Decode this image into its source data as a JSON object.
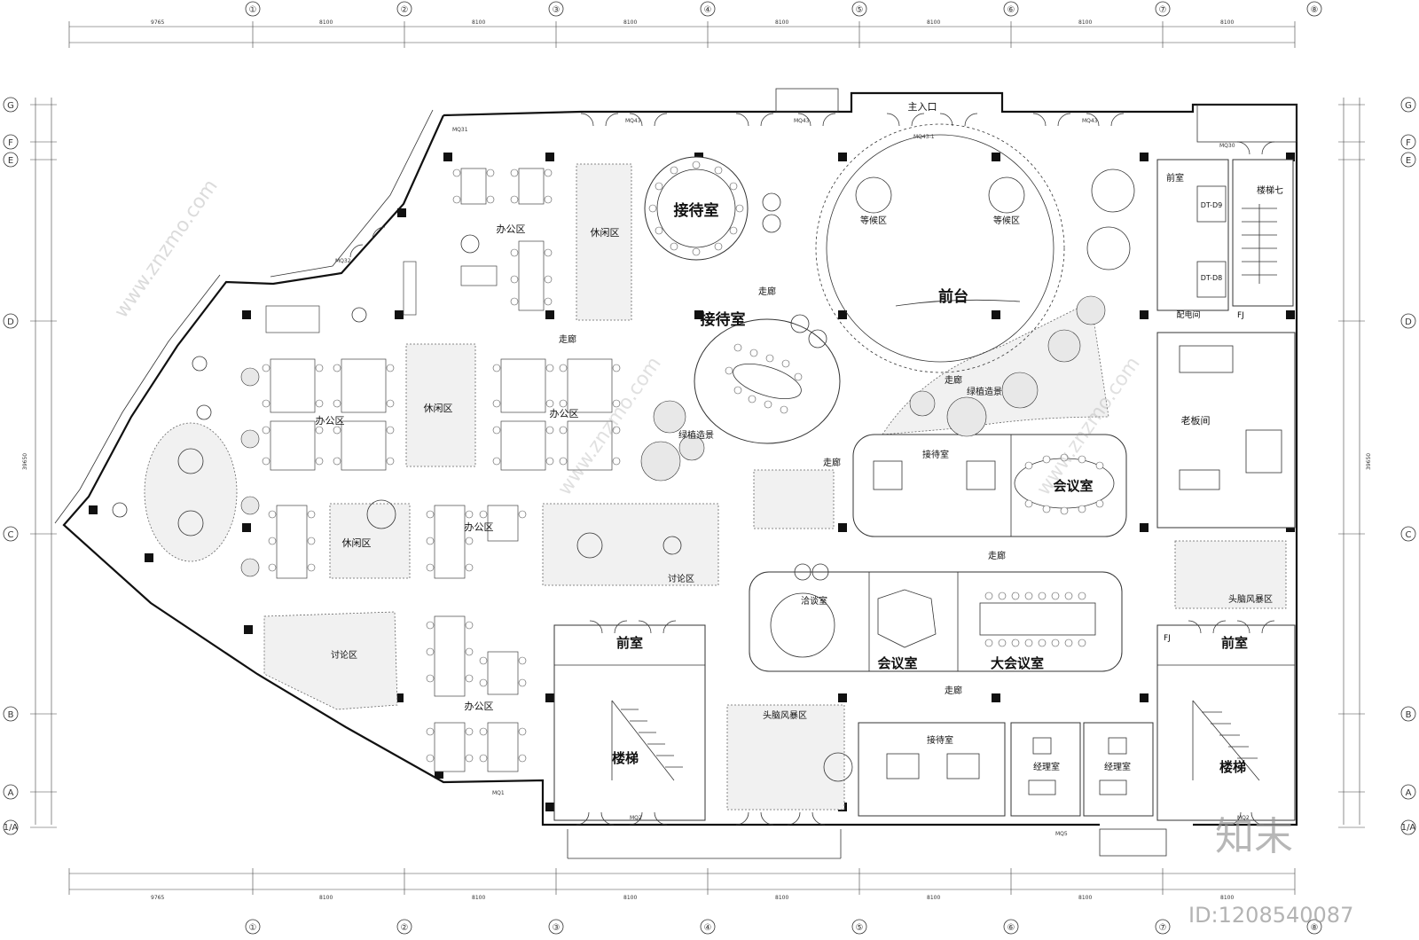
{
  "axes": {
    "columns": [
      "①",
      "②",
      "③",
      "④",
      "⑤",
      "⑥",
      "⑦",
      "⑧"
    ],
    "rows": [
      "G",
      "F",
      "E",
      "D",
      "C",
      "B",
      "A",
      "1/A"
    ]
  },
  "dimensions": {
    "top_outer": [
      "9765",
      "8100",
      "8100",
      "8100",
      "8100",
      "8100",
      "8100",
      "8100"
    ],
    "bottom_outer": [
      "9765",
      "8100",
      "8100",
      "8100",
      "8100",
      "8100",
      "8100",
      "8100"
    ],
    "left_total": "39650",
    "right_total": "39650"
  },
  "rooms": {
    "main_entrance": "主入口",
    "reception_round": "接待室",
    "reception_oval": "接待室",
    "waiting_left": "等候区",
    "waiting_right": "等候区",
    "front_desk": "前台",
    "vestibule_top": "前室",
    "stair_seven": "楼梯七",
    "elevator_1": "DT-D9",
    "elevator_2": "DT-D8",
    "power_room": "配电间",
    "boss_office": "老板间",
    "office_1": "办公区",
    "office_2": "办公区",
    "office_3": "办公区",
    "office_4": "办公区",
    "office_5": "办公区",
    "lounge_1": "休闲区",
    "lounge_2": "休闲区",
    "lounge_3": "休闲区",
    "corridor_1": "走廊",
    "corridor_2": "走廊",
    "corridor_3": "走廊",
    "corridor_4": "走廊",
    "corridor_5": "走廊",
    "corridor_6": "走廊",
    "green_1": "绿植造景",
    "green_2": "绿植造景",
    "reception_mid": "接待室",
    "meeting_1": "会议室",
    "discussion_1": "讨论区",
    "discussion_2": "讨论区",
    "negotiation": "洽谈室",
    "meeting_2": "会议室",
    "big_meeting": "大会议室",
    "brainstorm_1": "头脑风暴区",
    "brainstorm_2": "头脑风暴区",
    "vestibule_left": "前室",
    "vestibule_right": "前室",
    "stair_left": "楼梯",
    "stair_right": "楼梯",
    "reception_bottom": "接待室",
    "manager_1": "经理室",
    "manager_2": "经理室"
  },
  "tags": {
    "mq43a": "MQ43",
    "mq43b": "MQ43",
    "mq43c": "MQ43",
    "mq431": "MQ43-1",
    "mq31": "MQ31",
    "mq32": "MQ32",
    "mq30": "MQ30",
    "mq1": "MQ1",
    "mq2a": "MQ2",
    "mq2b": "MQ2",
    "mq5": "MQ5",
    "fj1": "FJ",
    "fj2": "FJ"
  },
  "watermark": {
    "brand": "知末",
    "id": "ID:1208540087",
    "site": "www.znzmo.com"
  }
}
